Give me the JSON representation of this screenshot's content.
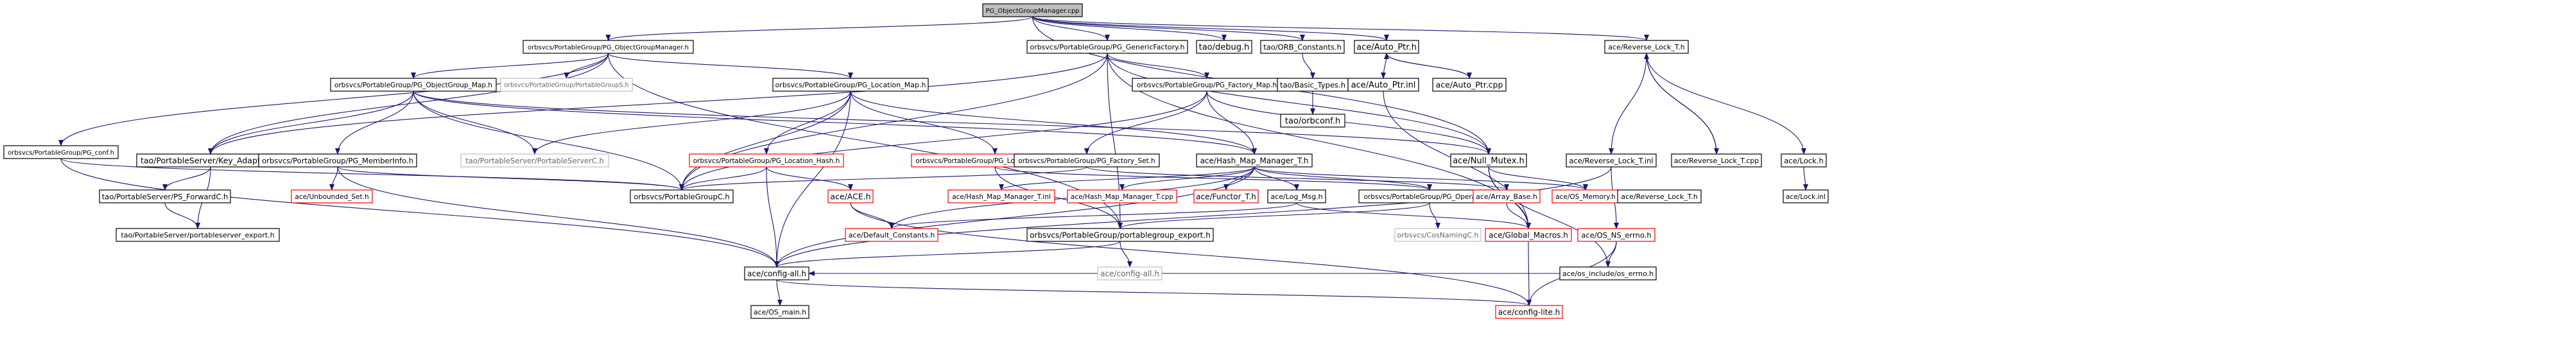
{
  "colors": {
    "root_fill": "#bfbfbf",
    "border_black": "#000000",
    "border_red": "#ff0000",
    "border_grey": "#bfbfbf",
    "edge_color": "#191970",
    "text_black": "#000000",
    "text_grey": "#666666"
  },
  "nodes": [
    {
      "id": "n_root",
      "label": "PG_ObjectGroupManager.cpp",
      "style": "root"
    },
    {
      "id": "n_ogm_h",
      "label": "orbsvcs/PortableGroup/PG_ObjectGroupManager.h",
      "style": "normal"
    },
    {
      "id": "n_genfac",
      "label": "orbsvcs/PortableGroup/PG_GenericFactory.h",
      "style": "normal"
    },
    {
      "id": "n_debug",
      "label": "tao/debug.h",
      "style": "normal"
    },
    {
      "id": "n_orbconst",
      "label": "tao/ORB_Constants.h",
      "style": "normal"
    },
    {
      "id": "n_autoptr_h",
      "label": "ace/Auto_Ptr.h",
      "style": "normal"
    },
    {
      "id": "n_revlock_h",
      "label": "ace/Reverse_Lock_T.h",
      "style": "normal"
    },
    {
      "id": "n_pg_conf",
      "label": "orbsvcs/PortableGroup/PG_conf.h",
      "style": "normal"
    },
    {
      "id": "n_ogmap",
      "label": "orbsvcs/PortableGroup/PG_ObjectGroup_Map.h",
      "style": "normal"
    },
    {
      "id": "n_pgs",
      "label": "orbsvcs/PortableGroup/PortableGroupS.h",
      "style": "grey"
    },
    {
      "id": "n_locmap",
      "label": "orbsvcs/PortableGroup/PG_Location_Map.h",
      "style": "normal"
    },
    {
      "id": "n_facmap",
      "label": "orbsvcs/PortableGroup/PG_Factory_Map.h",
      "style": "normal"
    },
    {
      "id": "n_basic",
      "label": "tao/Basic_Types.h",
      "style": "normal"
    },
    {
      "id": "n_autoptr_inl",
      "label": "ace/Auto_Ptr.inl",
      "style": "normal"
    },
    {
      "id": "n_autoptr_cpp",
      "label": "ace/Auto_Ptr.cpp",
      "style": "normal"
    },
    {
      "id": "n_keyadapt",
      "label": "tao/PortableServer/Key_Adapters.h",
      "style": "normal"
    },
    {
      "id": "n_meminfo",
      "label": "orbsvcs/PortableGroup/PG_MemberInfo.h",
      "style": "normal"
    },
    {
      "id": "n_psc",
      "label": "tao/PortableServer/PortableServerC.h",
      "style": "grey"
    },
    {
      "id": "n_lochash",
      "label": "orbsvcs/PortableGroup/PG_Location_Hash.h",
      "style": "red"
    },
    {
      "id": "n_loceq",
      "label": "orbsvcs/PortableGroup/PG_Location_Equal_To.h",
      "style": "red"
    },
    {
      "id": "n_facset",
      "label": "orbsvcs/PortableGroup/PG_Factory_Set.h",
      "style": "normal"
    },
    {
      "id": "n_hmm_h",
      "label": "ace/Hash_Map_Manager_T.h",
      "style": "normal"
    },
    {
      "id": "n_nullmutex",
      "label": "ace/Null_Mutex.h",
      "style": "normal"
    },
    {
      "id": "n_orbconf",
      "label": "tao/orbconf.h",
      "style": "normal"
    },
    {
      "id": "n_revlock_inl",
      "label": "ace/Reverse_Lock_T.inl",
      "style": "normal"
    },
    {
      "id": "n_revlock_cpp",
      "label": "ace/Reverse_Lock_T.cpp",
      "style": "normal"
    },
    {
      "id": "n_lock_h",
      "label": "ace/Lock.h",
      "style": "normal"
    },
    {
      "id": "n_lock_inl",
      "label": "ace/Lock.inl",
      "style": "normal"
    },
    {
      "id": "n_ps_fwd",
      "label": "tao/PortableServer/PS_ForwardC.h",
      "style": "normal"
    },
    {
      "id": "n_psexport",
      "label": "tao/PortableServer/portableserver_export.h",
      "style": "normal"
    },
    {
      "id": "n_unbset",
      "label": "ace/Unbounded_Set.h",
      "style": "red"
    },
    {
      "id": "n_pgc",
      "label": "orbsvcs/PortableGroupC.h",
      "style": "normal"
    },
    {
      "id": "n_ace_h",
      "label": "ace/ACE.h",
      "style": "red"
    },
    {
      "id": "n_hmm_inl",
      "label": "ace/Hash_Map_Manager_T.inl",
      "style": "red"
    },
    {
      "id": "n_hmm_cpp",
      "label": "ace/Hash_Map_Manager_T.cpp",
      "style": "red"
    },
    {
      "id": "n_functor",
      "label": "ace/Functor_T.h",
      "style": "red"
    },
    {
      "id": "n_logmsg",
      "label": "ace/Log_Msg.h",
      "style": "normal"
    },
    {
      "id": "n_pgops",
      "label": "orbsvcs/PortableGroup/PG_Operators.h",
      "style": "normal"
    },
    {
      "id": "n_arrbase",
      "label": "ace/Array_Base.h",
      "style": "red"
    },
    {
      "id": "n_osmem",
      "label": "ace/OS_Memory.h",
      "style": "red"
    },
    {
      "id": "n_revlock_t",
      "label": "ace/Reverse_Lock_T.h",
      "style": "normal"
    },
    {
      "id": "n_ns_errno",
      "label": "ace/OS_NS_errno.h",
      "style": "red"
    },
    {
      "id": "n_defconst",
      "label": "ace/Default_Constants.h",
      "style": "red"
    },
    {
      "id": "n_pgexport",
      "label": "orbsvcs/PortableGroup/portablegroup_export.h",
      "style": "normal"
    },
    {
      "id": "n_cosnaming",
      "label": "orbsvcs/CosNamingC.h",
      "style": "grey"
    },
    {
      "id": "n_globmac",
      "label": "ace/Global_Macros.h",
      "style": "red"
    },
    {
      "id": "n_configall",
      "label": "ace/config-all.h",
      "style": "normal"
    },
    {
      "id": "n_configall2",
      "label": "ace/config-all.h",
      "style": "grey"
    },
    {
      "id": "n_os_errno",
      "label": "ace/os_include/os_errno.h",
      "style": "normal"
    },
    {
      "id": "n_osmain",
      "label": "ace/OS_main.h",
      "style": "normal"
    },
    {
      "id": "n_configlite",
      "label": "ace/config-lite.h",
      "style": "red"
    }
  ],
  "edges": [
    [
      "n_root",
      "n_ogm_h"
    ],
    [
      "n_root",
      "n_genfac"
    ],
    [
      "n_root",
      "n_debug"
    ],
    [
      "n_root",
      "n_orbconst"
    ],
    [
      "n_root",
      "n_autoptr_h"
    ],
    [
      "n_root",
      "n_revlock_h"
    ],
    [
      "n_root",
      "n_nullmutex"
    ],
    [
      "n_ogm_h",
      "n_pg_conf"
    ],
    [
      "n_ogm_h",
      "n_ogmap"
    ],
    [
      "n_ogm_h",
      "n_pgs"
    ],
    [
      "n_ogm_h",
      "n_locmap"
    ],
    [
      "n_ogm_h",
      "n_keyadapt"
    ],
    [
      "n_ogm_h",
      "n_pgexport"
    ],
    [
      "n_genfac",
      "n_facmap"
    ],
    [
      "n_genfac",
      "n_pgc"
    ],
    [
      "n_genfac",
      "n_nullmutex"
    ],
    [
      "n_genfac",
      "n_pgexport"
    ],
    [
      "n_genfac",
      "n_keyadapt"
    ],
    [
      "n_genfac",
      "n_globmac"
    ],
    [
      "n_orbconst",
      "n_basic"
    ],
    [
      "n_basic",
      "n_orbconf"
    ],
    [
      "n_autoptr_h",
      "n_autoptr_inl"
    ],
    [
      "n_autoptr_h",
      "n_autoptr_cpp"
    ],
    [
      "n_autoptr_cpp",
      "n_autoptr_h"
    ],
    [
      "n_autoptr_inl",
      "n_globmac"
    ],
    [
      "n_revlock_h",
      "n_revlock_inl"
    ],
    [
      "n_revlock_h",
      "n_revlock_cpp"
    ],
    [
      "n_revlock_h",
      "n_lock_h"
    ],
    [
      "n_revlock_cpp",
      "n_revlock_h"
    ],
    [
      "n_lock_h",
      "n_lock_inl"
    ],
    [
      "n_revlock_inl",
      "n_ns_errno"
    ],
    [
      "n_revlock_inl",
      "n_configall"
    ],
    [
      "n_pg_conf",
      "n_pgc"
    ],
    [
      "n_pg_conf",
      "n_configall"
    ],
    [
      "n_ogmap",
      "n_keyadapt"
    ],
    [
      "n_ogmap",
      "n_meminfo"
    ],
    [
      "n_ogmap",
      "n_psc"
    ],
    [
      "n_ogmap",
      "n_pgc"
    ],
    [
      "n_ogmap",
      "n_hmm_h"
    ],
    [
      "n_ogmap",
      "n_nullmutex"
    ],
    [
      "n_locmap",
      "n_lochash"
    ],
    [
      "n_locmap",
      "n_loceq"
    ],
    [
      "n_locmap",
      "n_hmm_h"
    ],
    [
      "n_locmap",
      "n_pgc"
    ],
    [
      "n_locmap",
      "n_configall"
    ],
    [
      "n_locmap",
      "n_psc"
    ],
    [
      "n_facmap",
      "n_facset"
    ],
    [
      "n_facmap",
      "n_hmm_h"
    ],
    [
      "n_facmap",
      "n_nullmutex"
    ],
    [
      "n_facmap",
      "n_pgc"
    ],
    [
      "n_facset",
      "n_pgc"
    ],
    [
      "n_facset",
      "n_arrbase"
    ],
    [
      "n_keyadapt",
      "n_ps_fwd"
    ],
    [
      "n_keyadapt",
      "n_psexport"
    ],
    [
      "n_ps_fwd",
      "n_psexport"
    ],
    [
      "n_meminfo",
      "n_unbset"
    ],
    [
      "n_meminfo",
      "n_pgc"
    ],
    [
      "n_meminfo",
      "n_configall"
    ],
    [
      "n_lochash",
      "n_pgc"
    ],
    [
      "n_lochash",
      "n_ace_h"
    ],
    [
      "n_lochash",
      "n_configall"
    ],
    [
      "n_loceq",
      "n_pgops"
    ],
    [
      "n_loceq",
      "n_pgexport"
    ],
    [
      "n_hmm_h",
      "n_hmm_inl"
    ],
    [
      "n_hmm_h",
      "n_hmm_cpp"
    ],
    [
      "n_hmm_h",
      "n_functor"
    ],
    [
      "n_hmm_h",
      "n_logmsg"
    ],
    [
      "n_hmm_h",
      "n_defconst"
    ],
    [
      "n_hmm_h",
      "n_configall"
    ],
    [
      "n_hmm_h",
      "n_osmem"
    ],
    [
      "n_hmm_h",
      "n_pgops"
    ],
    [
      "n_nullmutex",
      "n_osmem"
    ],
    [
      "n_nullmutex",
      "n_globmac"
    ],
    [
      "n_nullmutex",
      "n_os_errno"
    ],
    [
      "n_ace_h",
      "n_defconst"
    ],
    [
      "n_ace_h",
      "n_configlite"
    ],
    [
      "n_logmsg",
      "n_defconst"
    ],
    [
      "n_logmsg",
      "n_globmac"
    ],
    [
      "n_pgops",
      "n_cosnaming"
    ],
    [
      "n_pgops",
      "n_pgexport"
    ],
    [
      "n_arrbase",
      "n_globmac"
    ],
    [
      "n_ns_errno",
      "n_os_errno"
    ],
    [
      "n_ns_errno",
      "n_configlite"
    ],
    [
      "n_os_errno",
      "n_configall"
    ],
    [
      "n_pgexport",
      "n_configall2"
    ],
    [
      "n_pgexport",
      "n_configall"
    ],
    [
      "n_globmac",
      "n_configlite"
    ],
    [
      "n_configall",
      "n_osmain"
    ],
    [
      "n_configall",
      "n_configlite"
    ]
  ]
}
